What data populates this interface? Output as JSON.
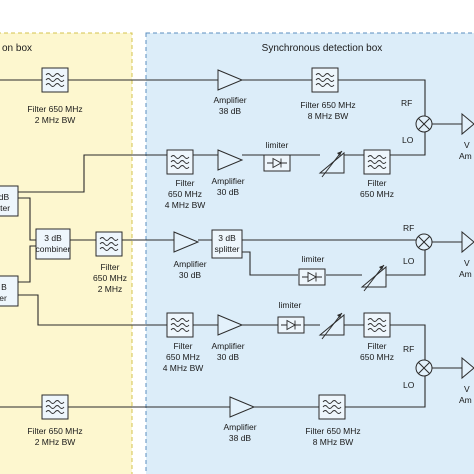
{
  "boxes": {
    "left_title_partial": "on box",
    "sync_title": "Synchronous detection box"
  },
  "labels": {
    "filter_top_l1": "Filter 650 MHz",
    "filter_top_l2": "2 MHz BW",
    "amp_top_l1": "Amplifier",
    "amp_top_l2": "38 dB",
    "filter_top2_l1": "Filter 650 MHz",
    "filter_top2_l2": "8 MHz BW",
    "rf_top": "RF",
    "lo_top": "LO",
    "v_top": "V",
    "am_top": "Am",
    "filter_r2_l1": "Filter",
    "filter_r2_l2": "650 MHz",
    "filter_r2_l3": "4 MHz BW",
    "amp_r2_l1": "Amplifier",
    "amp_r2_l2": "30 dB",
    "limiter_r2": "limiter",
    "filter_r2b_l1": "Filter",
    "filter_r2b_l2": "650 MHz",
    "split_left_top_l1": "dB",
    "split_left_top_l2": "itter",
    "combiner_l1": "3 dB",
    "combiner_l2": "combiner",
    "filter_mid_l1": "Filter",
    "filter_mid_l2": "650 MHz",
    "filter_mid_l3": "2 MHz",
    "amp_mid_l1": "Amplifier",
    "amp_mid_l2": "30 dB",
    "splitter_mid_l1": "3 dB",
    "splitter_mid_l2": "splitter",
    "rf_mid": "RF",
    "lo_mid": "LO",
    "v_mid": "V",
    "am_mid": "Am",
    "limiter_mid": "limiter",
    "split_left_bot_l1": "B",
    "split_left_bot_l2": "er",
    "limiter_r4": "limiter",
    "filter_r4_l1": "Filter",
    "filter_r4_l2": "650 MHz",
    "filter_r4_l3": "4 MHz BW",
    "amp_r4_l1": "Amplifier",
    "amp_r4_l2": "30 dB",
    "filter_r4b_l1": "Filter",
    "filter_r4b_l2": "650 MHz",
    "rf_bot": "RF",
    "lo_bot": "LO",
    "v_bot": "V",
    "am_bot": "Am",
    "filter_bot_l1": "Filter 650 MHz",
    "filter_bot_l2": "2 MHz BW",
    "amp_bot_l1": "Amplifier",
    "amp_bot_l2": "38 dB",
    "filter_bot2_l1": "Filter 650 MHz",
    "filter_bot2_l2": "8 MHz BW"
  },
  "colors": {
    "left_box_fill": "#fdf7cf",
    "left_box_stroke": "#d4c34e",
    "sync_box_fill": "#dcedf9",
    "sync_box_stroke": "#5b8fc0",
    "block_fill": "#eef6fc",
    "amp_fill": "#e3f1fb"
  },
  "icons": {
    "filter": "filter-icon",
    "amplifier": "amplifier-triangle-icon",
    "mixer": "mixer-cross-circle-icon",
    "limiter": "diode-limiter-icon",
    "variable_attenuator": "variable-attenuator-icon"
  }
}
